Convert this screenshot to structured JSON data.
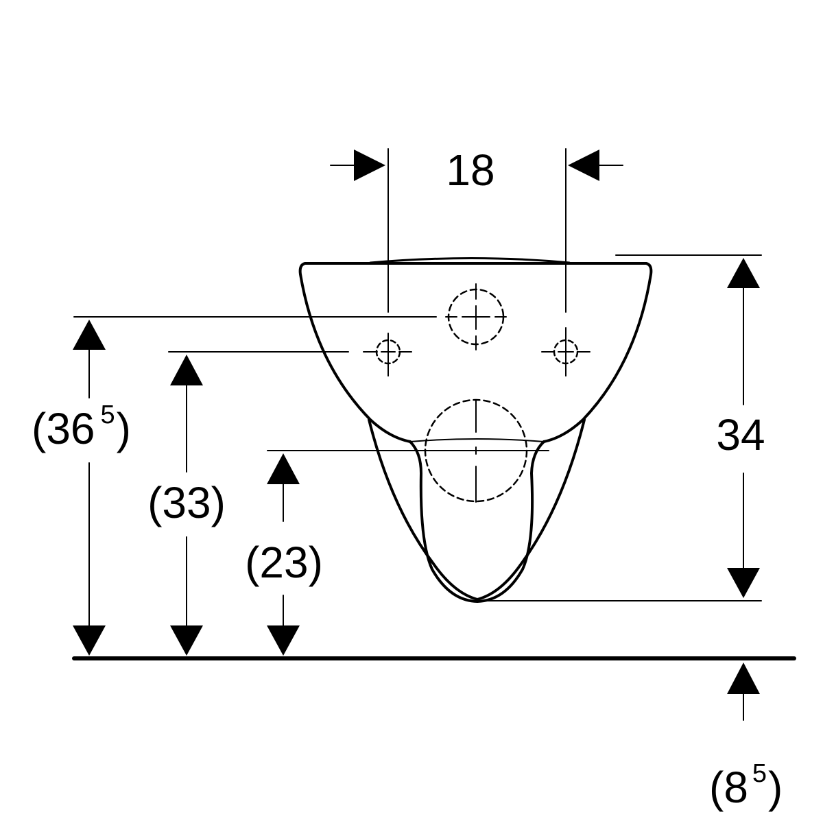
{
  "colors": {
    "line": "#000000",
    "background": "#ffffff"
  },
  "dimensions": {
    "spacing": {
      "value": "18"
    },
    "height_total": {
      "value": "34"
    },
    "height_outer": {
      "open": "(36",
      "sup": "5",
      "close": ")"
    },
    "height_mid": {
      "value": "(33)"
    },
    "height_low": {
      "value": "(23)"
    },
    "floor_gap": {
      "open": "(8",
      "sup": "5",
      "close": ")"
    }
  }
}
